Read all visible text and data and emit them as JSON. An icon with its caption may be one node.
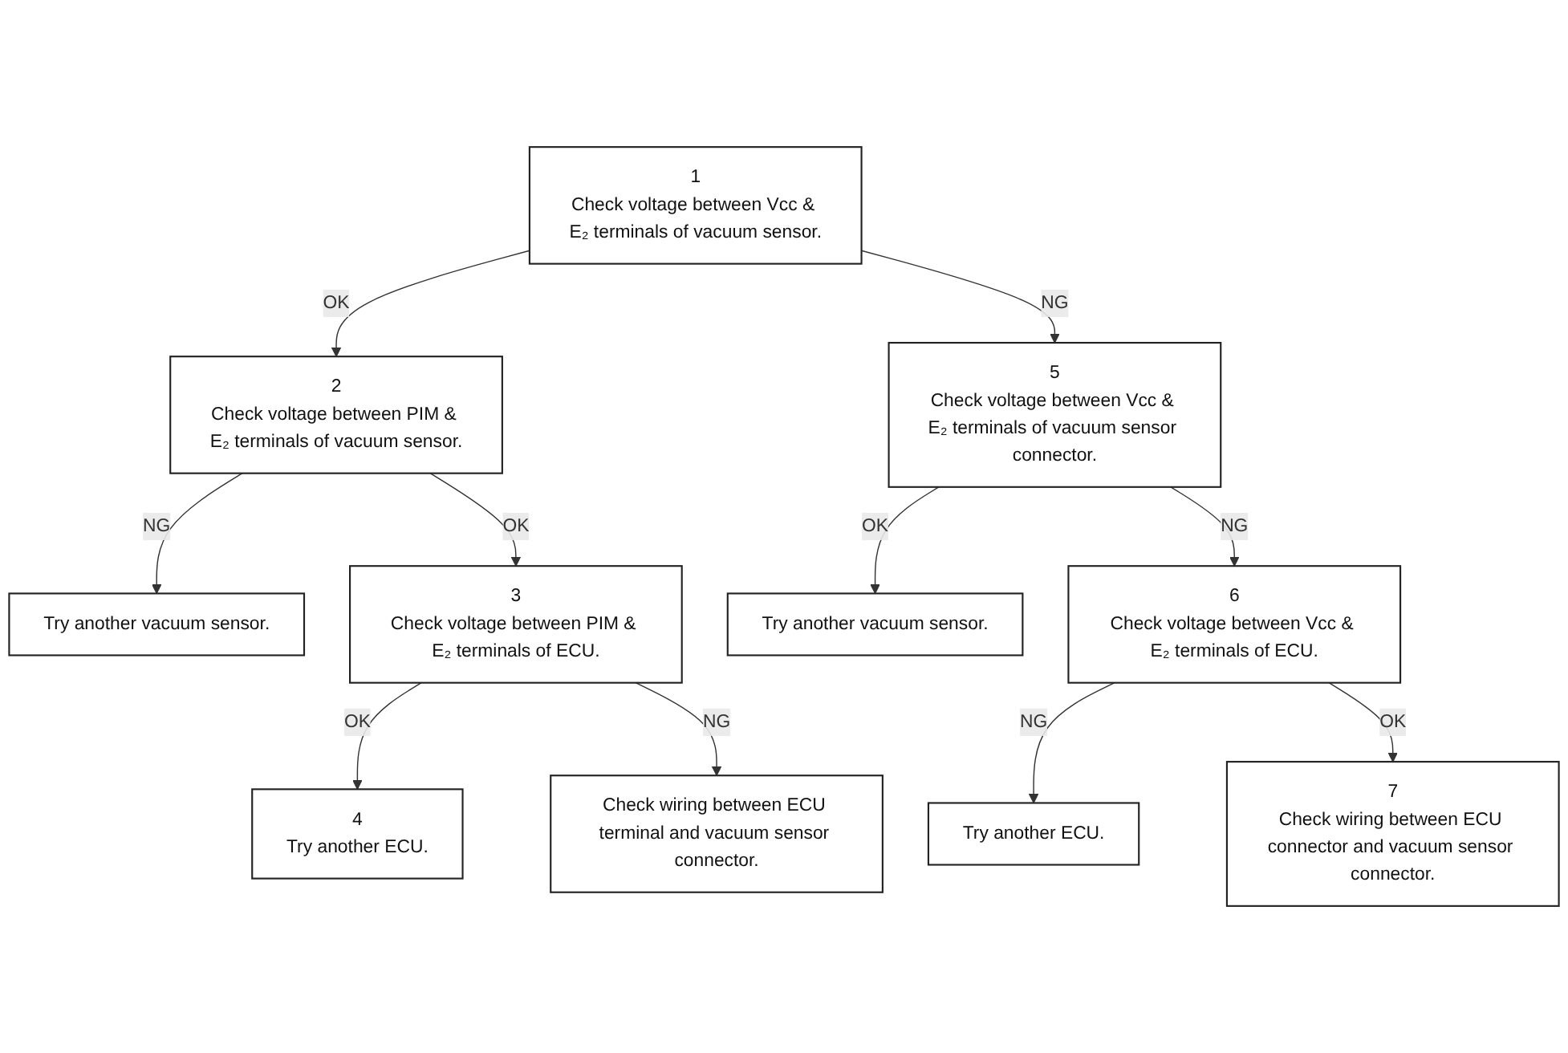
{
  "diagram": {
    "nodes": [
      {
        "text": [
          "1",
          "Check voltage between Vcc & E₂ terminals of vacuum sensor."
        ]
      },
      {
        "text": [
          "2",
          "Check voltage between PIM & E₂ terminals of vacuum sensor."
        ]
      },
      {
        "text": [
          "Try another vacuum sensor."
        ]
      },
      {
        "text": [
          "3",
          "Check voltage between PIM & E₂ terminals of ECU."
        ]
      },
      {
        "text": [
          "Check wiring between ECU terminal and vacuum sensor connector."
        ]
      },
      {
        "text": [
          "4",
          "Try another ECU."
        ]
      },
      {
        "text": [
          "5",
          "Check voltage between Vcc & E₂ terminals of vacuum sensor connector."
        ]
      },
      {
        "text": [
          "Try another vacuum sensor."
        ]
      },
      {
        "text": [
          "6",
          "Check voltage between Vcc & E₂ terminals of ECU."
        ]
      },
      {
        "text": [
          "Try another ECU."
        ]
      },
      {
        "text": [
          "7",
          "Check wiring between ECU connector and vacuum sensor connector."
        ]
      }
    ],
    "edges": [
      {
        "from": 0,
        "to": 1,
        "arrow": "to",
        "label": "OK"
      },
      {
        "from": 0,
        "to": 6,
        "arrow": "to",
        "label": "NG"
      },
      {
        "from": 1,
        "to": 3,
        "arrow": "to",
        "label": "OK"
      },
      {
        "from": 1,
        "to": 2,
        "arrow": "to",
        "label": "NG"
      },
      {
        "from": 3,
        "to": 5,
        "arrow": "to",
        "label": "OK"
      },
      {
        "from": 3,
        "to": 4,
        "arrow": "to",
        "label": "NG"
      },
      {
        "from": 6,
        "to": 7,
        "arrow": "to",
        "label": "OK"
      },
      {
        "from": 6,
        "to": 8,
        "arrow": "to",
        "label": "NG"
      },
      {
        "from": 8,
        "to": 9,
        "arrow": "to",
        "label": "NG"
      },
      {
        "from": 8,
        "to": 10,
        "arrow": "to",
        "label": "OK"
      }
    ]
  }
}
